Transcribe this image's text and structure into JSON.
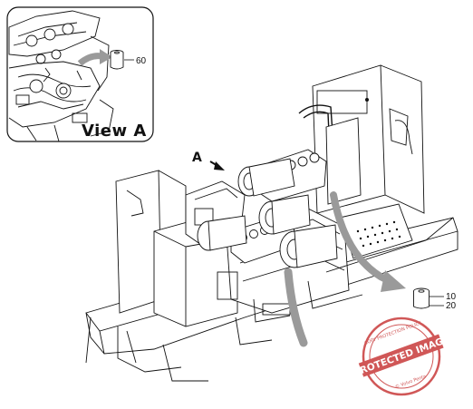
{
  "inset": {
    "caption": "View A",
    "callout_number": "60"
  },
  "main": {
    "view_pointer_label": "A",
    "callouts": [
      "10",
      "20"
    ]
  },
  "watermark": {
    "center_text": "PROTECTED IMAGE",
    "ring_text": "COPY PROTECTION POLICY",
    "footer_text": "© Volvo Penta",
    "color": "#c83a3a"
  }
}
